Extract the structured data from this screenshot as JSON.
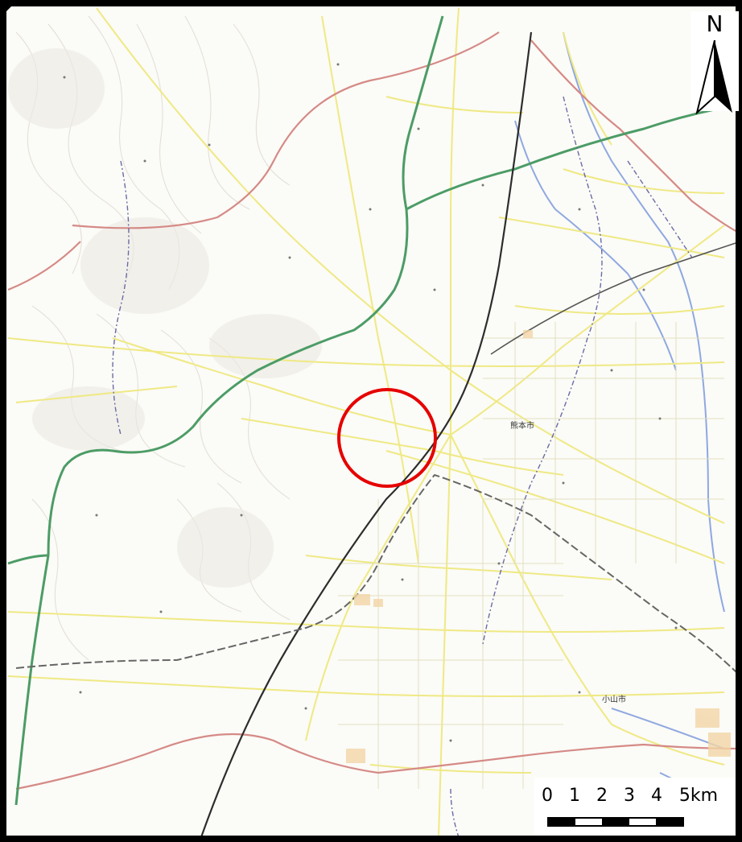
{
  "map": {
    "scale_labels": [
      "0",
      "1",
      "2",
      "3",
      "4",
      "5km"
    ],
    "north_label": "N",
    "city_label": "熊本市",
    "town_label": "小山市",
    "colors": {
      "background": "#fbfbf7",
      "relief": "#e6e3dc",
      "local_road": "#f0ec8a",
      "national_road": "#d78f8a",
      "expressway": "#4fa06a",
      "railway": "#333333",
      "rail_jr": "#555555",
      "river": "#6a8cd6",
      "boundary": "#5a5a9a",
      "target": "#e60000"
    }
  }
}
